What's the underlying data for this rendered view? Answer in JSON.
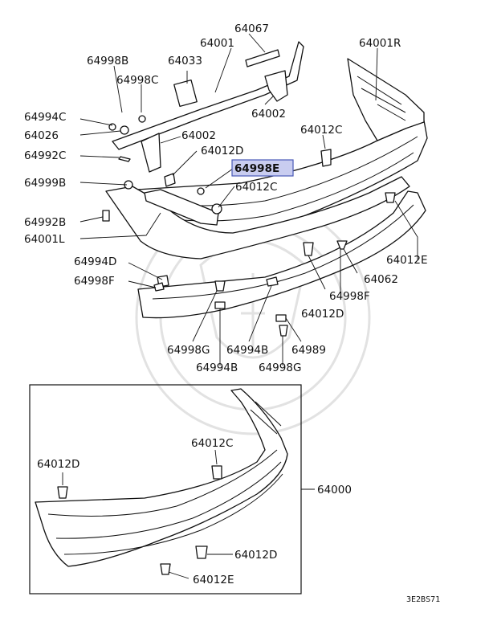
{
  "diagram": {
    "highlight_color": "#c9cdf0",
    "labels": {
      "p64067": "64067",
      "p64001": "64001",
      "p64001R": "64001R",
      "p64998B": "64998B",
      "p64033": "64033",
      "p64998C": "64998C",
      "p64994C": "64994C",
      "p64002a": "64002",
      "p64026": "64026",
      "p64002b": "64002",
      "p64012Ca": "64012C",
      "p64992C": "64992C",
      "p64012Da": "64012D",
      "p64998E": "64998E",
      "p64999B": "64999B",
      "p64012Cb": "64012C",
      "p64992B": "64992B",
      "p64001L": "64001L",
      "p64012Ea": "64012E",
      "p64994D": "64994D",
      "p64062": "64062",
      "p64998Fa": "64998F",
      "p64998Fb": "64998F",
      "p64012Db": "64012D",
      "p64998Ga": "64998G",
      "p64994Ba": "64994B",
      "p64989": "64989",
      "p64994Bb": "64994B",
      "p64998Gb": "64998G",
      "p64012Cc": "64012C",
      "p64012Dc": "64012D",
      "p64000": "64000",
      "p64012Dd": "64012D",
      "p64012Eb": "64012E"
    },
    "code": "3E2BS71"
  }
}
